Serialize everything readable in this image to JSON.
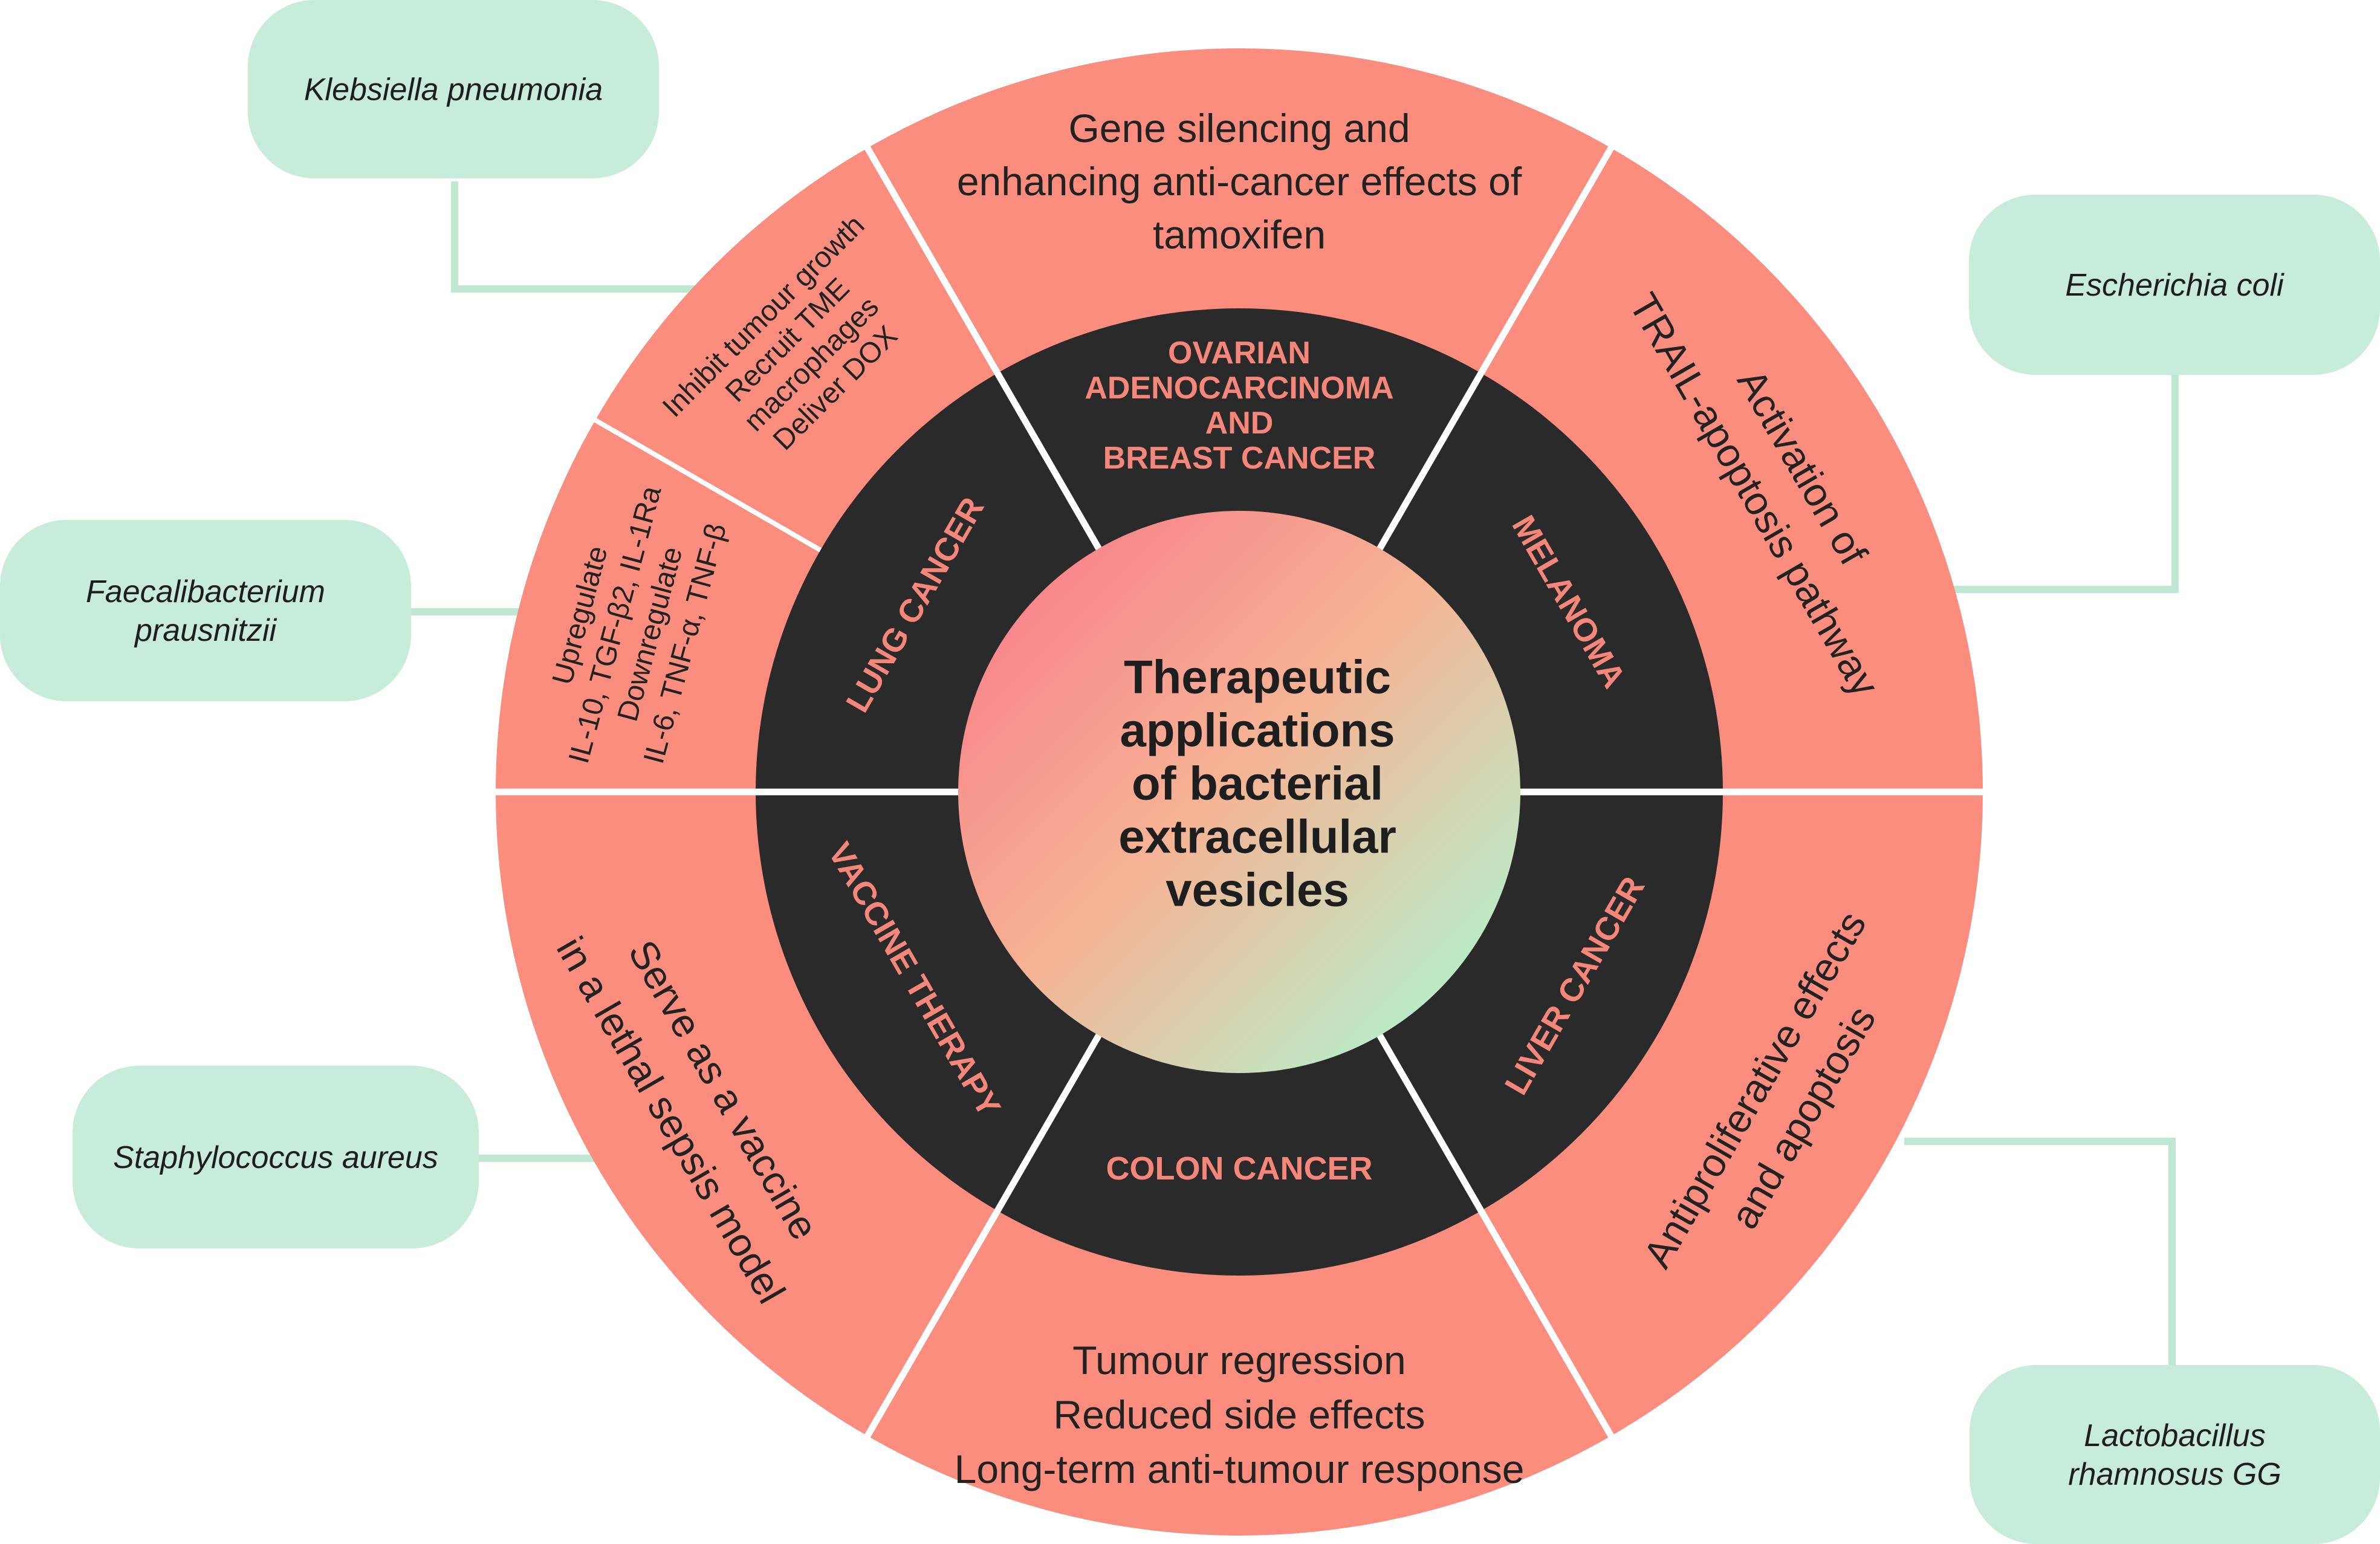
{
  "colors": {
    "outer_ring": "#fa8d7d",
    "inner_ring": "#2a2a2a",
    "cancer_label": "#f4867a",
    "bacteria_box": "#c8ecdb",
    "connector": "#bfe8d3",
    "center_gradient": [
      "#f8818a",
      "#f5b495",
      "#b2f4cf"
    ]
  },
  "center": {
    "lines": [
      "Therapeutic",
      "applications",
      "of bacterial",
      "extracellular",
      "vesicles"
    ]
  },
  "cancers": [
    {
      "id": "ovarian",
      "lines": [
        "OVARIAN",
        "ADENOCARCINOMA",
        "AND",
        "BREAST CANCER"
      ]
    },
    {
      "id": "melanoma",
      "lines": [
        "MELANOMA"
      ]
    },
    {
      "id": "liver",
      "lines": [
        "LIVER CANCER"
      ]
    },
    {
      "id": "colon",
      "lines": [
        "COLON CANCER"
      ]
    },
    {
      "id": "vaccine",
      "lines": [
        "VACCINE THERAPY"
      ]
    },
    {
      "id": "lung",
      "lines": [
        "LUNG CANCER"
      ]
    }
  ],
  "effects": [
    {
      "id": "gene-silencing",
      "lines": [
        "Gene silencing and",
        "enhancing anti-cancer effects of",
        "tamoxifen"
      ]
    },
    {
      "id": "trail",
      "lines": [
        "Activation of",
        "TRAIL-apoptosis pathway"
      ]
    },
    {
      "id": "antiproliferative",
      "lines": [
        "Antiproliferative effects",
        "and apoptosis"
      ]
    },
    {
      "id": "tumour-regression",
      "lines": [
        "Tumour regression",
        "Reduced side effects",
        "Long-term anti-tumour response"
      ]
    },
    {
      "id": "sepsis-vaccine",
      "lines": [
        "Serve as a vaccine",
        "in a lethal sepsis model"
      ]
    },
    {
      "id": "lung-upper",
      "lines": [
        "Inhibit tumour growth",
        "Recruit TME",
        "macrophages",
        "Deliver DOX"
      ]
    },
    {
      "id": "lung-lower",
      "lines": [
        "Upregulate",
        "IL-10, TGF-β2, IL-1Ra",
        "Downregulate",
        "IL-6, TNF-α, TNF-β"
      ]
    }
  ],
  "bacteria": [
    {
      "id": "klebsiella",
      "lines": [
        "Klebsiella pneumonia"
      ]
    },
    {
      "id": "faecalibacterium",
      "lines": [
        "Faecalibacterium",
        "prausnitzii"
      ]
    },
    {
      "id": "escherichia",
      "lines": [
        "Escherichia coli"
      ]
    },
    {
      "id": "staphylococcus",
      "lines": [
        "Staphylococcus aureus"
      ]
    },
    {
      "id": "lactobacillus",
      "lines": [
        "Lactobacillus",
        "rhamnosus GG"
      ]
    }
  ]
}
